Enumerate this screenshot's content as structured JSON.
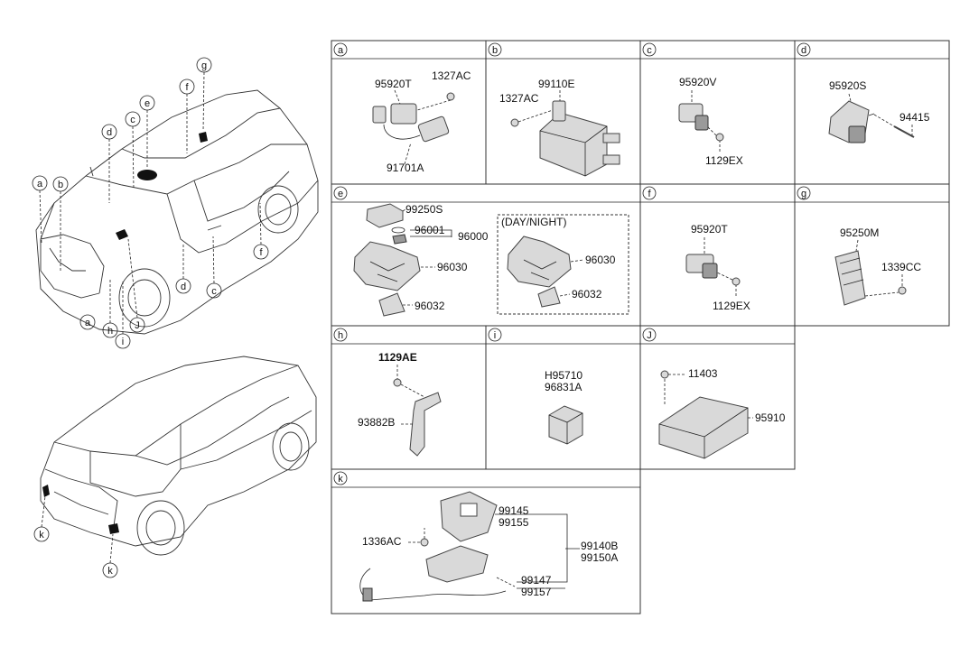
{
  "car_callouts": {
    "front": [
      "a",
      "b",
      "c",
      "d",
      "e",
      "f",
      "g",
      "d",
      "c",
      "f",
      "a",
      "h",
      "i",
      "J"
    ],
    "rear": [
      "k",
      "k"
    ]
  },
  "sections": {
    "a": {
      "label": "a",
      "parts": [
        "95920T",
        "1327AC",
        "91701A"
      ]
    },
    "b": {
      "label": "b",
      "parts": [
        "99110E",
        "1327AC"
      ]
    },
    "c": {
      "label": "c",
      "parts": [
        "95920V",
        "1129EX"
      ]
    },
    "d": {
      "label": "d",
      "parts": [
        "95920S",
        "94415"
      ]
    },
    "e": {
      "label": "e",
      "parts": [
        "99250S",
        "96001",
        "96000",
        "96030",
        "96032",
        "96030",
        "96032"
      ],
      "daynight": "(DAY/NIGHT)"
    },
    "f": {
      "label": "f",
      "parts": [
        "95920T",
        "1129EX"
      ]
    },
    "g": {
      "label": "g",
      "parts": [
        "95250M",
        "1339CC"
      ]
    },
    "h": {
      "label": "h",
      "parts": [
        "1129AE",
        "93882B"
      ]
    },
    "i": {
      "label": "i",
      "parts": [
        "H95710",
        "96831A"
      ]
    },
    "J": {
      "label": "J",
      "parts": [
        "11403",
        "95910"
      ]
    },
    "k": {
      "label": "k",
      "parts": [
        "99145",
        "99155",
        "1336AC",
        "99140B",
        "99150A",
        "99147",
        "99157"
      ]
    }
  },
  "colors": {
    "line": "#222222",
    "part_fill": "#d9d9d9",
    "part_dark": "#9a9a9a"
  }
}
